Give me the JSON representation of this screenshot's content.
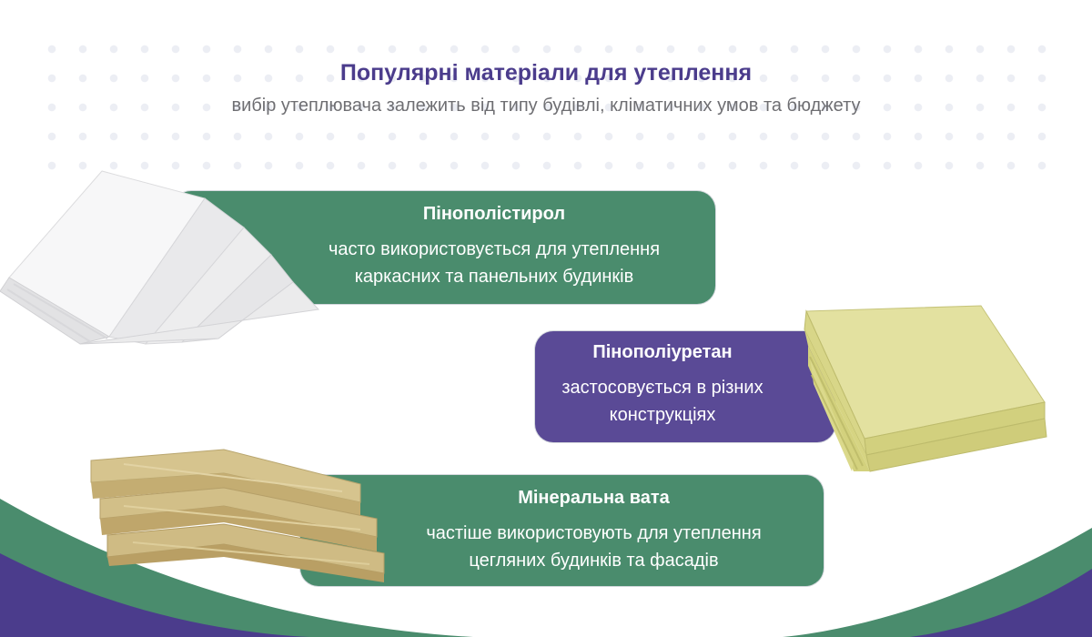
{
  "header": {
    "title": "Популярні матеріали для утеплення",
    "subtitle": "вибір утеплювача залежить від типу будівлі, кліматичних умов та бюджету"
  },
  "materials": [
    {
      "name": "Пінополістирол",
      "line1": "часто використовується для утеплення",
      "line2": "каркасних та панельних будинків",
      "color": "#4a8c6d"
    },
    {
      "name": "Пінополіуретан",
      "line1": "застосовується в різних",
      "line2": "конструкціях",
      "color": "#5a4a96"
    },
    {
      "name": "Мінеральна вата",
      "line1": "частіше використовують для утеплення",
      "line2": "цегляних будинків та фасадів",
      "color": "#4a8c6d"
    }
  ],
  "colors": {
    "title": "#4b3c8c",
    "subtitle": "#6e6e72",
    "green": "#4a8c6d",
    "purple": "#5a4a96",
    "styrofoam": "#eeeeef",
    "polyurethane": "#dedc90",
    "mineral_wool": "#c9b57a"
  }
}
